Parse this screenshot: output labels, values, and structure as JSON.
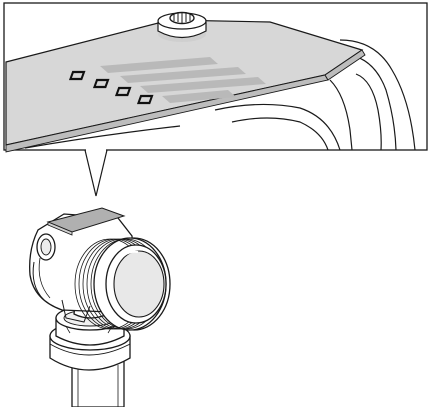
{
  "figure": {
    "kind": "technical-line-illustration",
    "subject": "pressure-transmitter",
    "detail_view": {
      "shows": "top-surface-with-local-operator-interface",
      "indicator_squares": 4,
      "label_bars": 4,
      "knob": "configuration-knob"
    },
    "colors": {
      "line": "#1a1a1a",
      "plate": "#d7d7d7",
      "plate_edge": "#bdbdbd",
      "label_bar": "#b9b9b9",
      "housing": "#ffffff",
      "body_shade": "#e8e8e8",
      "background": "#ffffff"
    }
  }
}
